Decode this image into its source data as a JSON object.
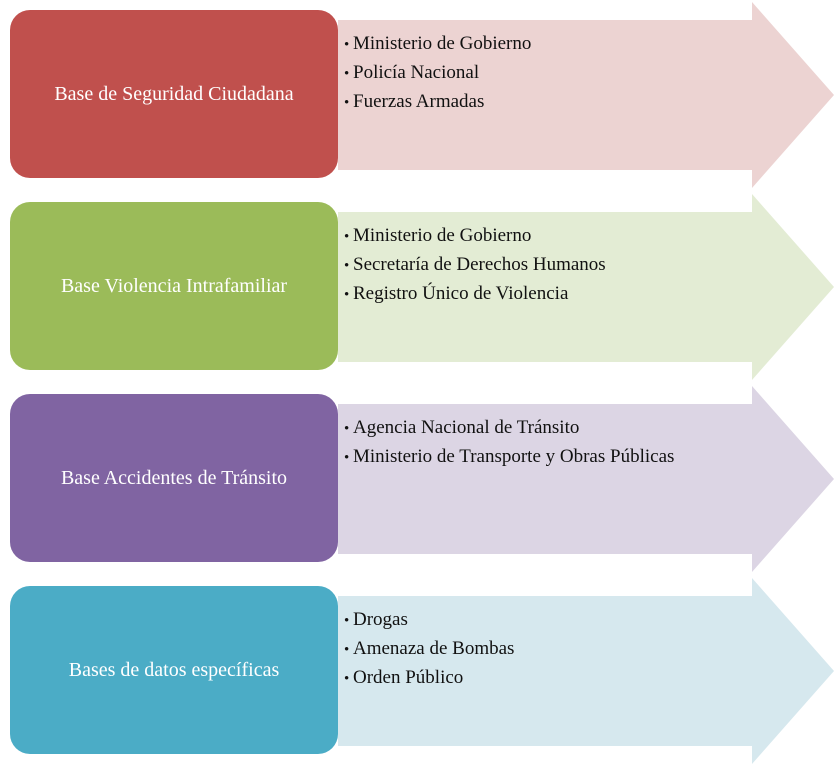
{
  "rows": [
    {
      "label": "Base de Seguridad Ciudadana",
      "box_color": "#c0504d",
      "arrow_color": "#ecd3d2",
      "items": [
        "Ministerio de Gobierno",
        "Policía Nacional",
        "Fuerzas Armadas"
      ]
    },
    {
      "label": "Base Violencia Intrafamiliar",
      "box_color": "#9bbb59",
      "arrow_color": "#e3ecd4",
      "items": [
        "Ministerio de Gobierno",
        "Secretaría de Derechos Humanos",
        "Registro Único de Violencia"
      ]
    },
    {
      "label": "Base Accidentes de Tránsito",
      "box_color": "#8064a2",
      "arrow_color": "#dcd5e4",
      "items": [
        "Agencia Nacional de Tránsito",
        "Ministerio de Transporte y Obras Públicas"
      ]
    },
    {
      "label": "Bases de datos específicas",
      "box_color": "#4bacc6",
      "arrow_color": "#d6e8ee",
      "items": [
        "Drogas",
        "Amenaza de Bombas",
        "Orden Público"
      ]
    }
  ],
  "bullet_glyph": "•"
}
